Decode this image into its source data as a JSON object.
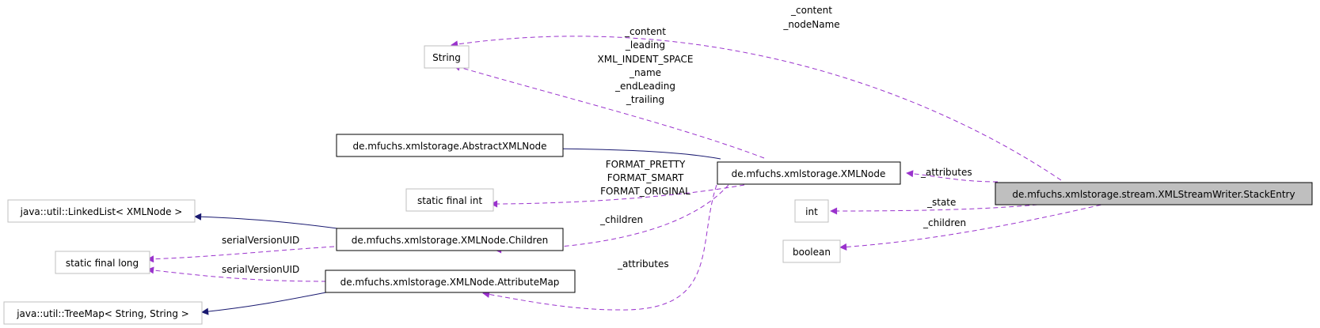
{
  "nodes": {
    "string": "String",
    "abstract_xml_node": "de.mfuchs.xmlstorage.AbstractXMLNode",
    "xml_node": "de.mfuchs.xmlstorage.XMLNode",
    "stack_entry": "de.mfuchs.xmlstorage.stream.XMLStreamWriter.StackEntry",
    "static_final_int": "static final int",
    "int": "int",
    "boolean": "boolean",
    "linked_list": "java::util::LinkedList< XMLNode >",
    "children": "de.mfuchs.xmlstorage.XMLNode.Children",
    "static_final_long": "static final long",
    "attribute_map": "de.mfuchs.xmlstorage.XMLNode.AttributeMap",
    "tree_map": "java::util::TreeMap< String, String >"
  },
  "edge_labels": {
    "stack_to_string_1": "_content",
    "stack_to_string_2": "_nodeName",
    "xmlnode_to_string_1": "_content",
    "xmlnode_to_string_2": "_leading",
    "xmlnode_to_string_3": "XML_INDENT_SPACE",
    "xmlnode_to_string_4": "_name",
    "xmlnode_to_string_5": "_endLeading",
    "xmlnode_to_string_6": "_trailing",
    "format_1": "FORMAT_PRETTY",
    "format_2": "FORMAT_SMART",
    "format_3": "FORMAT_ORIGINAL",
    "stack_attributes": "_attributes",
    "stack_state": "_state",
    "stack_children": "_children",
    "xmlnode_children": "_children",
    "xmlnode_attributes": "_attributes",
    "children_serial": "serialVersionUID",
    "attrmap_serial": "serialVersionUID"
  },
  "colors": {
    "inheritance_edge": "#191970",
    "usage_edge": "#9a32cd",
    "highlight_fill": "#bfbfbf",
    "node_border": "#000000",
    "external_border": "#bfbfbf"
  }
}
